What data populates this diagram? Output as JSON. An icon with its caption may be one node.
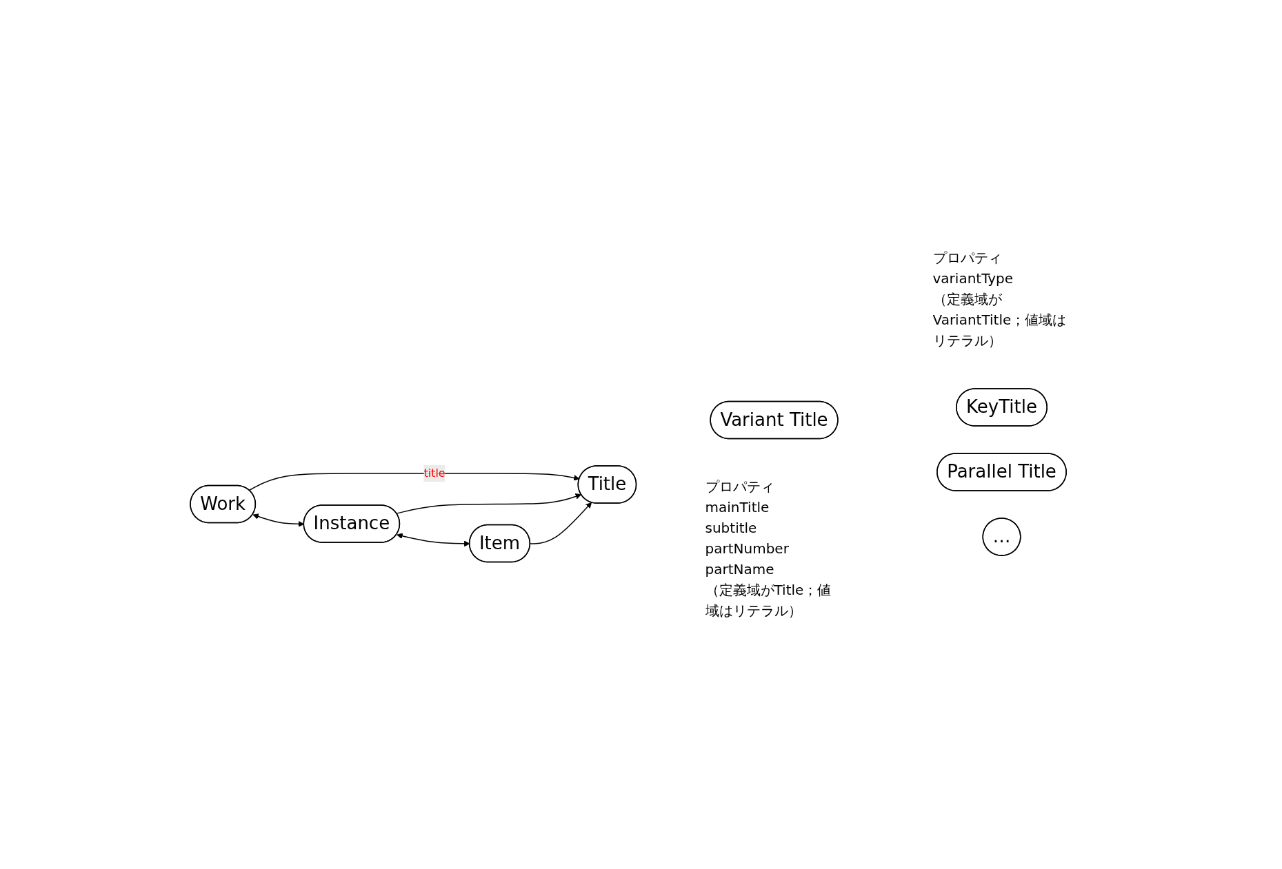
{
  "diagram": {
    "nodes": [
      {
        "text": [
          "Work"
        ]
      },
      {
        "text": [
          "Instance"
        ]
      },
      {
        "text": [
          "Item"
        ]
      },
      {
        "text": [
          "Title"
        ],
        "beside": [
          "プロパティ",
          "mainTitle",
          "subtitle",
          "partNumber",
          "partName",
          "（定義域がTitle；値域はリテラル）"
        ]
      },
      {
        "text": [
          "Variant Title"
        ],
        "beside": [
          "プロパティ",
          "variantType",
          "（定義域がVariantTitle；値域はリテラル）"
        ]
      },
      {
        "text": [
          "KeyTitle"
        ]
      },
      {
        "text": [
          "Parallel Title"
        ]
      },
      {
        "text": [
          "…"
        ]
      }
    ],
    "edges": [
      {
        "from": 0,
        "to": 1,
        "arrow": "both"
      },
      {
        "from": 1,
        "to": 2,
        "arrow": "both"
      },
      {
        "from": 0,
        "to": 3,
        "arrow": "to",
        "label": "title"
      },
      {
        "from": 1,
        "to": 3,
        "arrow": "to"
      },
      {
        "from": 2,
        "to": 3,
        "arrow": "to"
      }
    ]
  }
}
